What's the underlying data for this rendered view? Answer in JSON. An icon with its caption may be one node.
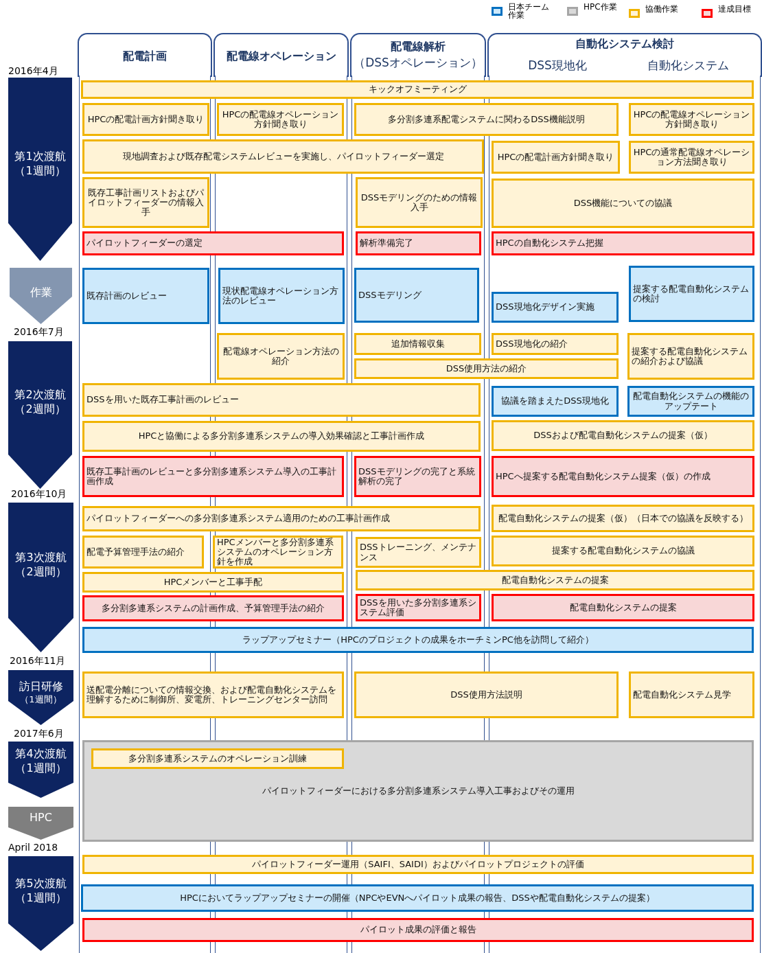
{
  "diagram": {
    "nodes": [
      {
        "text": [
          "配電計画"
        ]
      },
      {
        "text": [
          "配電線オペレーション"
        ]
      },
      {
        "text": [
          "配電線解析",
          "（DSSオペレーション）"
        ]
      },
      {
        "text": [
          "自動化システム検討",
          "DSS現地化",
          "自動化システム"
        ]
      },
      {
        "text": [
          "第1次渡航",
          "（1週間）"
        ]
      },
      {
        "text": [
          "作業"
        ]
      },
      {
        "text": [
          "第2次渡航",
          "（2週間）"
        ]
      },
      {
        "text": [
          "第3次渡航",
          "（2週間）"
        ]
      },
      {
        "text": [
          "訪日研修",
          "（1週間）"
        ]
      },
      {
        "text": [
          "第4次渡航",
          "（1週間）"
        ]
      },
      {
        "text": [
          "HPC"
        ]
      },
      {
        "text": [
          "第5次渡航",
          "（1週間）"
        ]
      },
      {
        "text": [
          "キックオフミーティング"
        ]
      },
      {
        "text": [
          "HPCの配電計画方針聞き取り"
        ]
      },
      {
        "text": [
          "HPCの配電線オペレーション方針聞き取り"
        ]
      },
      {
        "text": [
          "多分割多連系配電システムに関わるDSS機能説明"
        ]
      },
      {
        "text": [
          "HPCの配電線オペレーション方針聞き取り"
        ]
      },
      {
        "text": [
          "現地調査および既存配電システムレビューを実施し、パイロットフィーダー選定"
        ]
      },
      {
        "text": [
          "HPCの配電計画方針聞き取り"
        ]
      },
      {
        "text": [
          "HPCの通常配電線オペレーション方法聞き取り"
        ]
      },
      {
        "text": [
          "既存工事計画リストおよびパイロットフィーダーの情報入手"
        ]
      },
      {
        "text": [
          "DSSモデリングのための情報入手"
        ]
      },
      {
        "text": [
          "DSS機能についての協議"
        ]
      },
      {
        "text": [
          "パイロットフィーダーの選定"
        ]
      },
      {
        "text": [
          "解析準備完了"
        ]
      },
      {
        "text": [
          "HPCの自動化システム把握"
        ]
      },
      {
        "text": [
          "既存計画のレビュー"
        ]
      },
      {
        "text": [
          "現状配電線オペレーション方法のレビュー"
        ]
      },
      {
        "text": [
          "DSSモデリング"
        ]
      },
      {
        "text": [
          "DSS現地化デザイン実施"
        ]
      },
      {
        "text": [
          "提案する配電自動化システムの検討"
        ]
      },
      {
        "text": [
          "配電線オペレーション方法の紹介"
        ]
      },
      {
        "text": [
          "追加情報収集"
        ]
      },
      {
        "text": [
          "DSS現地化の紹介"
        ]
      },
      {
        "text": [
          "提案する配電自動化システムの紹介および協議"
        ]
      },
      {
        "text": [
          "DSS使用方法の紹介"
        ]
      },
      {
        "text": [
          "DSSを用いた既存工事計画のレビュー"
        ]
      },
      {
        "text": [
          "協議を踏まえたDSS現地化"
        ]
      },
      {
        "text": [
          "配電自動化システムの機能のアップテート"
        ]
      },
      {
        "text": [
          "HPCと協働による多分割多連系システムの導入効果確認と工事計画作成"
        ]
      },
      {
        "text": [
          "DSSおよび配電自動化システムの提案（仮）"
        ]
      },
      {
        "text": [
          "既存工事計画のレビューと多分割多連系システム導入の工事計画作成"
        ]
      },
      {
        "text": [
          "DSSモデリングの完了と系統解析の完了"
        ]
      },
      {
        "text": [
          "HPCへ提案する配電自動化システム提案（仮）の作成"
        ]
      },
      {
        "text": [
          "パイロットフィーダーへの多分割多連系システム適用のための工事計画作成"
        ]
      },
      {
        "text": [
          "配電自動化システムの提案（仮）（日本での協議を反映する）"
        ]
      },
      {
        "text": [
          "配電予算管理手法の紹介"
        ]
      },
      {
        "text": [
          "HPCメンバーと多分割多連系システムのオペレーション方針を作成"
        ]
      },
      {
        "text": [
          "DSSトレーニング、メンテナンス"
        ]
      },
      {
        "text": [
          "提案する配電自動化システムの協議"
        ]
      },
      {
        "text": [
          "HPCメンバーと工事手配"
        ]
      },
      {
        "text": [
          "配電自動化システムの提案"
        ]
      },
      {
        "text": [
          "多分割多連系システムの計画作成、予算管理手法の紹介"
        ]
      },
      {
        "text": [
          "DSSを用いた多分割多連系システム評価"
        ]
      },
      {
        "text": [
          "配電自動化システムの提案"
        ]
      },
      {
        "text": [
          "ラップアップセミナー（HPCのプロジェクトの成果をホーチミンPC他を訪問して紹介）"
        ]
      },
      {
        "text": [
          "送配電分離についての情報交換、および配電自動化システムを理解するために制御所、変電所、トレーニングセンター訪問"
        ]
      },
      {
        "text": [
          "DSS使用方法説明"
        ]
      },
      {
        "text": [
          "配電自動化システム見学"
        ]
      },
      {
        "text": [
          "パイロットフィーダーにおける多分割多連系システム導入工事およびその運用"
        ]
      },
      {
        "text": [
          "多分割多連系システムのオペレーション訓練"
        ],
        "in": 59
      },
      {
        "text": [
          "パイロットフィーダー運用（SAIFI、SAIDI）およびパイロットプロジェクトの評価"
        ]
      },
      {
        "text": [
          "HPCにおいてラップアップセミナーの開催（NPCやEVNへパイロット成果の報告、DSSや配電自動化システムの提案）"
        ]
      },
      {
        "text": [
          "パイロット成果の評価と報告"
        ]
      }
    ],
    "edges": [],
    "labels": [
      "2016年4月",
      "2016年7月",
      "2016年10月",
      "2016年11月",
      "2017年6月",
      "April 2018"
    ],
    "legend": [
      {
        "text": "日本チーム作業",
        "color": "#0070c0"
      },
      {
        "text": "HPC作業",
        "color": "#a6a6a6"
      },
      {
        "text": "協働作業",
        "color": "#f0b400"
      },
      {
        "text": "達成目標",
        "color": "#ff0000"
      }
    ]
  }
}
